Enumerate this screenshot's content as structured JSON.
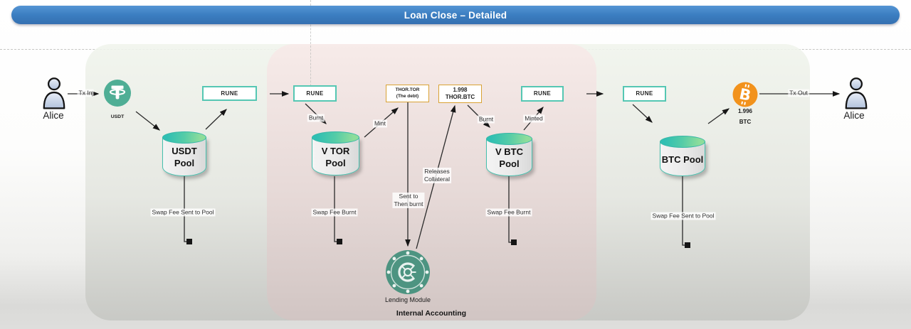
{
  "title": "Loan Close – Detailed",
  "actors": {
    "left": "Alice",
    "right": "Alice"
  },
  "tx": {
    "in": "Tx In",
    "out": "Tx Out"
  },
  "tether": {
    "label": "USDT"
  },
  "bitcoin": {
    "glyph": "B",
    "amount": "1.996",
    "unit": "BTC"
  },
  "rune_boxes": [
    "RUNE",
    "RUNE",
    "RUNE",
    "RUNE"
  ],
  "debt_box": {
    "line1": "THOR.TOR",
    "line2": "(The debt)"
  },
  "collateral_box": {
    "line1": "1.998",
    "line2": "THOR.BTC"
  },
  "pools": [
    {
      "line1": "USDT",
      "line2": "Pool",
      "fee": "Swap Fee Sent to Pool"
    },
    {
      "line1": "V TOR",
      "line2": "Pool",
      "fee": "Swap Fee Burnt"
    },
    {
      "line1": "V BTC",
      "line2": "Pool",
      "fee": "Swap Fee Burnt"
    },
    {
      "line1": "BTC Pool",
      "line2": "",
      "fee": "Swap Fee Sent to Pool"
    }
  ],
  "edge_labels": {
    "burnt_left": "Burnt",
    "mint": "Mint",
    "burnt_right": "Burnt",
    "minted": "Minted",
    "sent_line1": "Sent to",
    "sent_line2": "Then burnt",
    "releases_line1": "Releases",
    "releases_line2": "Collateral"
  },
  "module": {
    "label": "Lending Module"
  },
  "section_label": "Internal Accounting",
  "colors": {
    "title_blue": "#3b7ec1",
    "teal": "#4ec3b0",
    "orange": "#d9a234",
    "tether_green": "#4fae95",
    "bitcoin_orange": "#f2921c",
    "module_green": "#4d9481"
  }
}
